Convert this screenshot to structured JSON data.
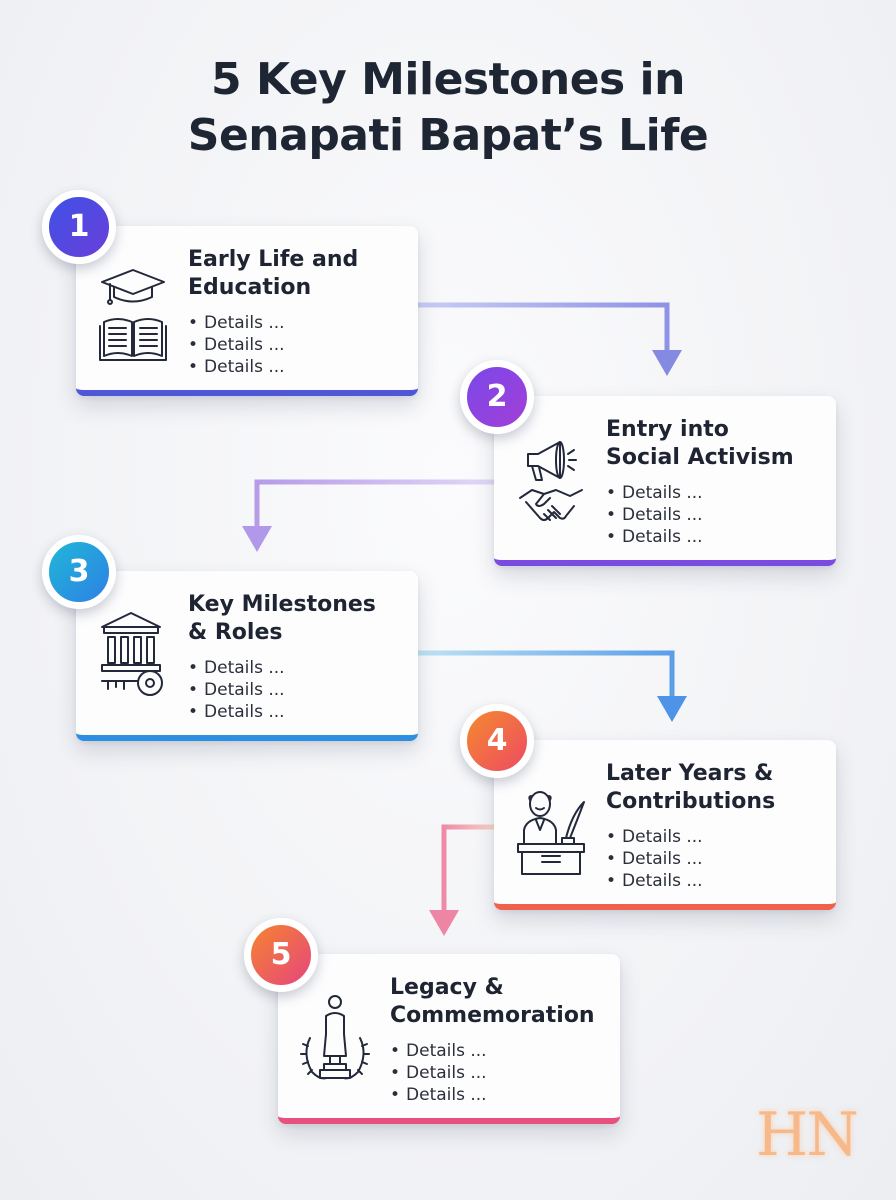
{
  "title": {
    "line1": "5 Key Milestones in",
    "line2": "Senapati Bapat’s Life"
  },
  "milestones": [
    {
      "number": "1",
      "title_line1": "Early Life and",
      "title_line2": "Education",
      "icon": "graduation-cap-book-icon",
      "accent": "#4f56d8",
      "details": [
        "Details ...",
        "Details ...",
        "Details ..."
      ]
    },
    {
      "number": "2",
      "title_line1": "Entry into",
      "title_line2": "Social Activism",
      "icon": "megaphone-handshake-icon",
      "accent": "#7a4be0",
      "details": [
        "Details ...",
        "Details ...",
        "Details ..."
      ]
    },
    {
      "number": "3",
      "title_line1": "Key Milestones",
      "title_line2": "& Roles",
      "icon": "institution-key-icon",
      "accent": "#2e8fe0",
      "details": [
        "Details ...",
        "Details ...",
        "Details ..."
      ]
    },
    {
      "number": "4",
      "title_line1": "Later Years &",
      "title_line2": "Contributions",
      "icon": "writer-at-desk-icon",
      "accent": "#f0604a",
      "details": [
        "Details ...",
        "Details ...",
        "Details ..."
      ]
    },
    {
      "number": "5",
      "title_line1": "Legacy &",
      "title_line2": "Commemoration",
      "icon": "statue-laurel-icon",
      "accent": "#e8507e",
      "details": [
        "Details ...",
        "Details ...",
        "Details ..."
      ]
    }
  ],
  "watermark": "HN"
}
